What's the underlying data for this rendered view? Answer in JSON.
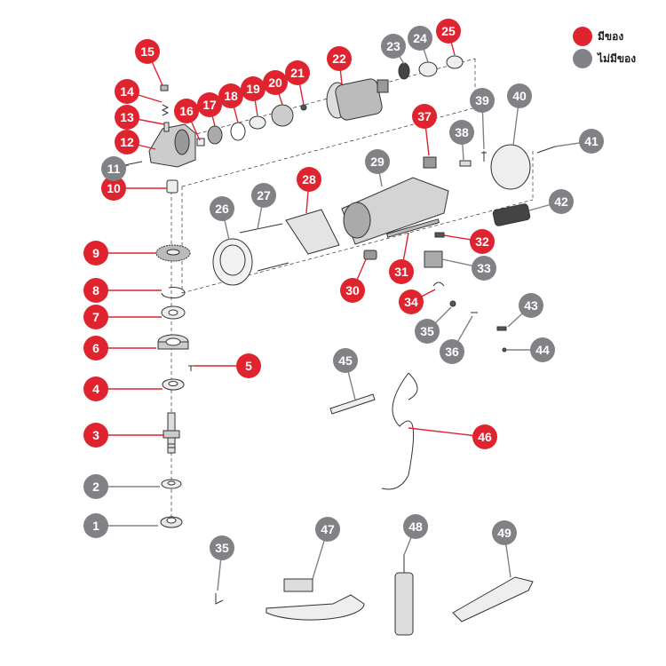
{
  "legend": {
    "in_stock": {
      "label": "มีของ",
      "color": "#e0242f"
    },
    "out_of_stock": {
      "label": "ไม่มีของ",
      "color": "#808285"
    }
  },
  "parts": [
    {
      "num": "1",
      "status": "out_of_stock"
    },
    {
      "num": "2",
      "status": "out_of_stock"
    },
    {
      "num": "3",
      "status": "in_stock"
    },
    {
      "num": "4",
      "status": "in_stock"
    },
    {
      "num": "5",
      "status": "in_stock"
    },
    {
      "num": "6",
      "status": "in_stock"
    },
    {
      "num": "7",
      "status": "in_stock"
    },
    {
      "num": "8",
      "status": "in_stock"
    },
    {
      "num": "9",
      "status": "in_stock"
    },
    {
      "num": "10",
      "status": "in_stock"
    },
    {
      "num": "11",
      "status": "out_of_stock"
    },
    {
      "num": "12",
      "status": "in_stock"
    },
    {
      "num": "13",
      "status": "in_stock"
    },
    {
      "num": "14",
      "status": "in_stock"
    },
    {
      "num": "15",
      "status": "in_stock"
    },
    {
      "num": "16",
      "status": "in_stock"
    },
    {
      "num": "17",
      "status": "in_stock"
    },
    {
      "num": "18",
      "status": "in_stock"
    },
    {
      "num": "19",
      "status": "in_stock"
    },
    {
      "num": "20",
      "status": "in_stock"
    },
    {
      "num": "21",
      "status": "in_stock"
    },
    {
      "num": "22",
      "status": "in_stock"
    },
    {
      "num": "23",
      "status": "out_of_stock"
    },
    {
      "num": "24",
      "status": "out_of_stock"
    },
    {
      "num": "25",
      "status": "in_stock"
    },
    {
      "num": "26",
      "status": "out_of_stock"
    },
    {
      "num": "27",
      "status": "out_of_stock"
    },
    {
      "num": "28",
      "status": "in_stock"
    },
    {
      "num": "29",
      "status": "out_of_stock"
    },
    {
      "num": "30",
      "status": "in_stock"
    },
    {
      "num": "31",
      "status": "in_stock"
    },
    {
      "num": "32",
      "status": "in_stock"
    },
    {
      "num": "33",
      "status": "out_of_stock"
    },
    {
      "num": "34",
      "status": "in_stock"
    },
    {
      "num": "35",
      "status": "out_of_stock"
    },
    {
      "num": "36",
      "status": "out_of_stock"
    },
    {
      "num": "37",
      "status": "in_stock"
    },
    {
      "num": "38",
      "status": "out_of_stock"
    },
    {
      "num": "39",
      "status": "out_of_stock"
    },
    {
      "num": "40",
      "status": "out_of_stock"
    },
    {
      "num": "41",
      "status": "out_of_stock"
    },
    {
      "num": "42",
      "status": "out_of_stock"
    },
    {
      "num": "43",
      "status": "out_of_stock"
    },
    {
      "num": "44",
      "status": "out_of_stock"
    },
    {
      "num": "45",
      "status": "out_of_stock"
    },
    {
      "num": "46",
      "status": "in_stock"
    },
    {
      "num": "47",
      "status": "out_of_stock"
    },
    {
      "num": "48",
      "status": "out_of_stock"
    },
    {
      "num": "49",
      "status": "out_of_stock"
    },
    {
      "num": "35",
      "status": "out_of_stock"
    }
  ]
}
